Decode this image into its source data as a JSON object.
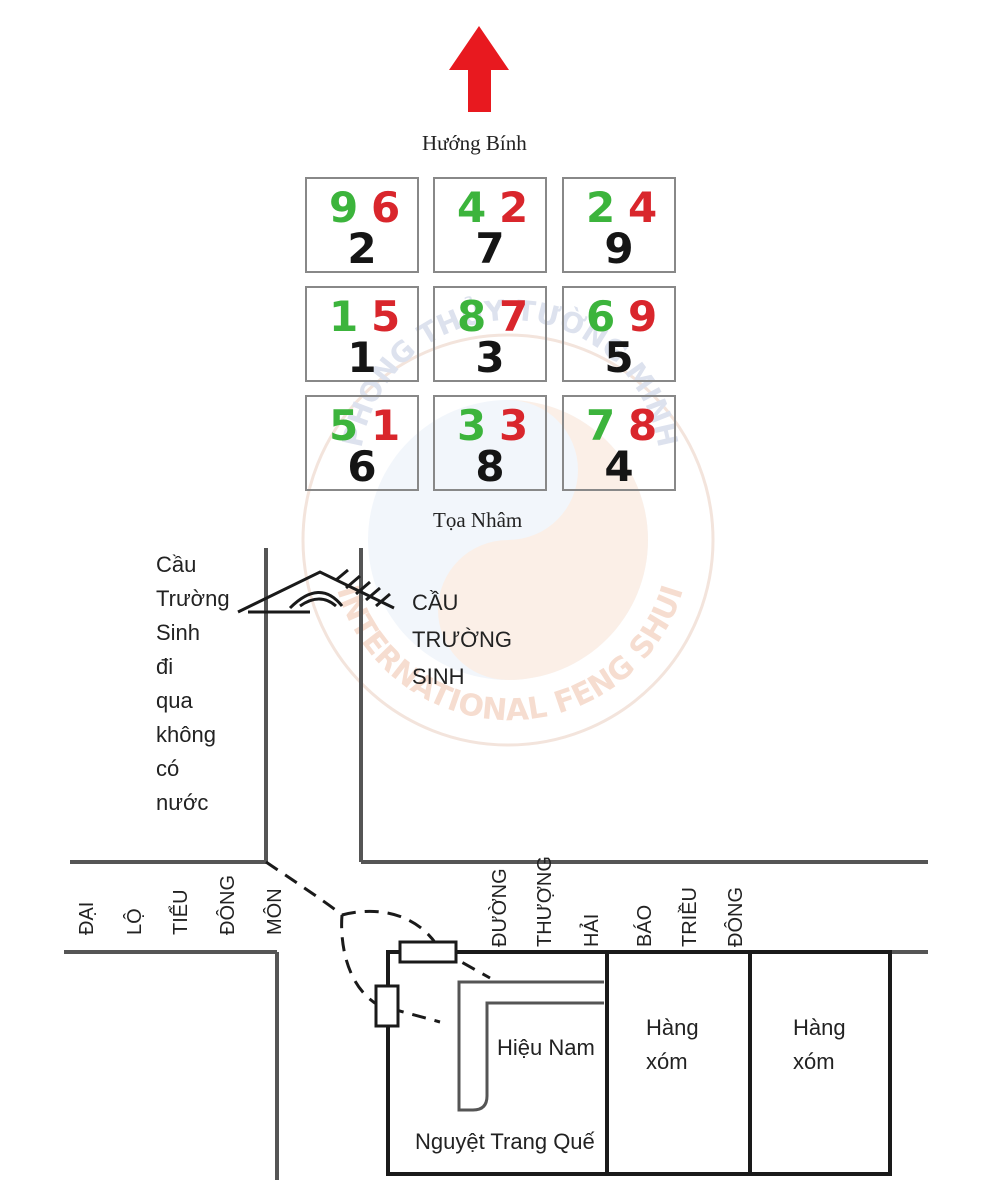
{
  "watermark": {
    "top_text": "PHONG THỦY TƯỜNG MINH",
    "bottom_text": "INTERNATIONAL FENG SHUI"
  },
  "directions": {
    "facing": "Hướng Bính",
    "sitting": "Tọa Nhâm"
  },
  "colors": {
    "arrow": "#e8191f",
    "mountain_star": "#3cb43c",
    "water_star": "#d9262c",
    "period_star": "#151515"
  },
  "grid": [
    {
      "mountain": "9",
      "water": "6",
      "period": "2"
    },
    {
      "mountain": "4",
      "water": "2",
      "period": "7"
    },
    {
      "mountain": "2",
      "water": "4",
      "period": "9"
    },
    {
      "mountain": "1",
      "water": "5",
      "period": "1"
    },
    {
      "mountain": "8",
      "water": "7",
      "period": "3"
    },
    {
      "mountain": "6",
      "water": "9",
      "period": "5"
    },
    {
      "mountain": "5",
      "water": "1",
      "period": "6"
    },
    {
      "mountain": "3",
      "water": "3",
      "period": "8"
    },
    {
      "mountain": "7",
      "water": "8",
      "period": "4"
    }
  ],
  "map": {
    "bridge_note": [
      "Cầu",
      "Trường",
      "Sinh",
      "đi",
      "qua",
      "không",
      "có",
      "nước"
    ],
    "bridge_label": [
      "CẦU",
      "TRƯỜNG",
      "SINH"
    ],
    "street_dai_lo": [
      "ĐẠI",
      "LỘ",
      "TIỂU",
      "ĐÔNG",
      "MÔN"
    ],
    "street_duong": [
      "ĐƯỜNG",
      "THƯỢNG",
      "HẢI"
    ],
    "street_bao": [
      "BÁO",
      "TRIỀU",
      "ĐÔNG"
    ],
    "shop_name": "Hiệu Nam",
    "shop_name2": "Nguyệt Trang Quế",
    "neighbor1": [
      "Hàng",
      "xóm"
    ],
    "neighbor2": [
      "Hàng",
      "xóm"
    ]
  }
}
